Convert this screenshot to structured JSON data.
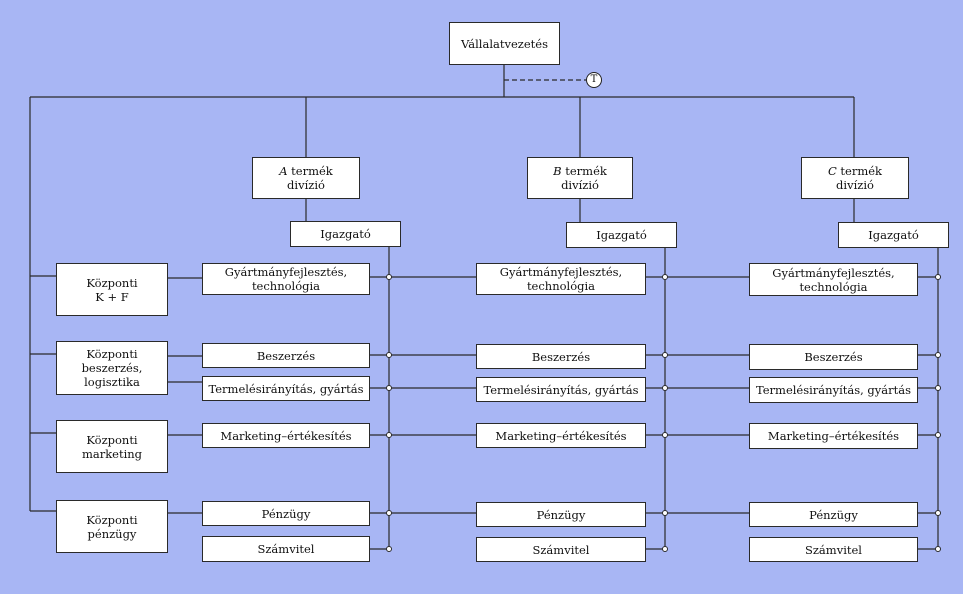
{
  "top": {
    "label": "Vállalatvezetés",
    "staff_marker": "T"
  },
  "divisions": [
    {
      "letter": "A",
      "rest": " termék",
      "line2": "divízió",
      "director": "Igazgató"
    },
    {
      "letter": "B",
      "rest": " termék",
      "line2": "divízió",
      "director": "Igazgató"
    },
    {
      "letter": "C",
      "rest": " termék",
      "line2": "divízió",
      "director": "Igazgató"
    }
  ],
  "central_units": [
    {
      "line1": "Központi",
      "line2": "K + F"
    },
    {
      "line1": "Központi",
      "line2": "beszerzés,",
      "line3": "logisztika"
    },
    {
      "line1": "Központi",
      "line2": "marketing"
    },
    {
      "line1": "Központi",
      "line2": "pénzügy"
    }
  ],
  "functions": {
    "rd": {
      "line1": "Gyártmányfejlesztés,",
      "line2": "technológia"
    },
    "procurement": "Beszerzés",
    "production": "Termelésirányítás, gyártás",
    "marketing": "Marketing–értékesítés",
    "finance": "Pénzügy",
    "accounting": "Számvitel"
  }
}
